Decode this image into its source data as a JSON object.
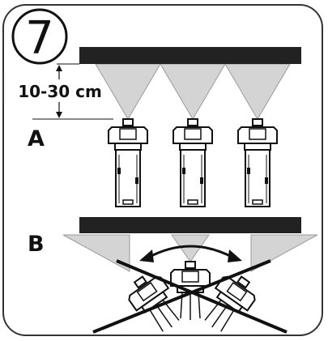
{
  "panel": {
    "step_number": "7",
    "distance_label": "10-30 cm",
    "label_a": "A",
    "label_b": "B"
  },
  "colors": {
    "ink": "#111111",
    "bar": "#222222",
    "cone": "#d4d4d4",
    "frame": "#333333"
  }
}
